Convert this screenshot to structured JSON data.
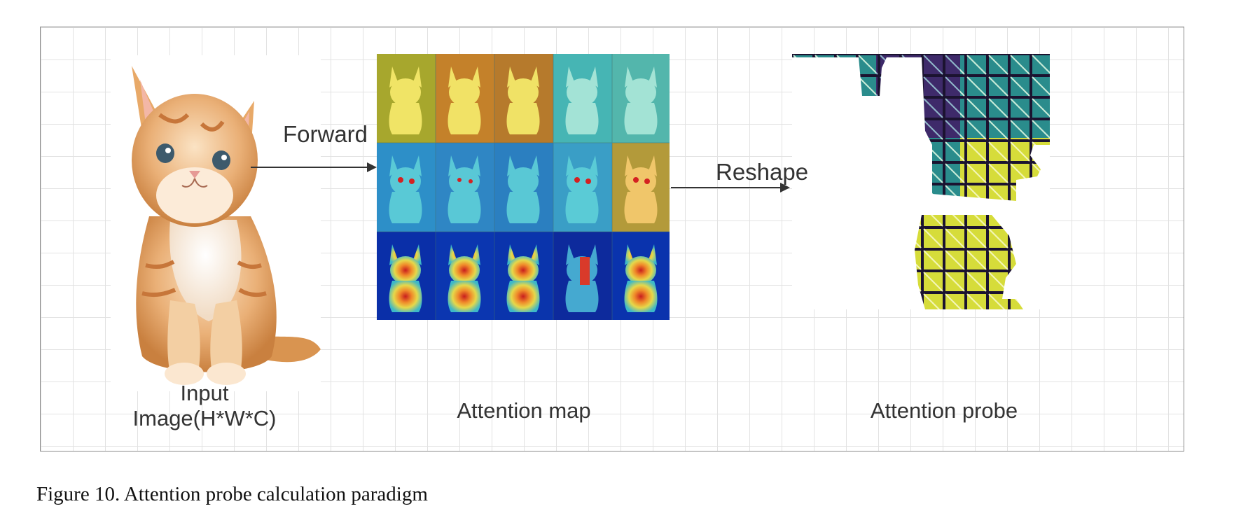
{
  "figure": {
    "labels": {
      "forward": "Forward",
      "reshape": "Reshape",
      "input_line1": "Input",
      "input_line2": "Image(H*W*C)",
      "attention_map": "Attention map",
      "attention_probe": "Attention probe"
    },
    "caption": "Figure 10. Attention probe calculation paradigm",
    "colors": {
      "grid": "#e2e2e2",
      "arrow": "#333333",
      "probe_dark": "#3b1f5b",
      "probe_teal": "#2a8c8c",
      "probe_yellow": "#e6e12a"
    },
    "icons": [
      "kitten-image",
      "attention-heatmap-grid",
      "probe-matrix"
    ]
  }
}
